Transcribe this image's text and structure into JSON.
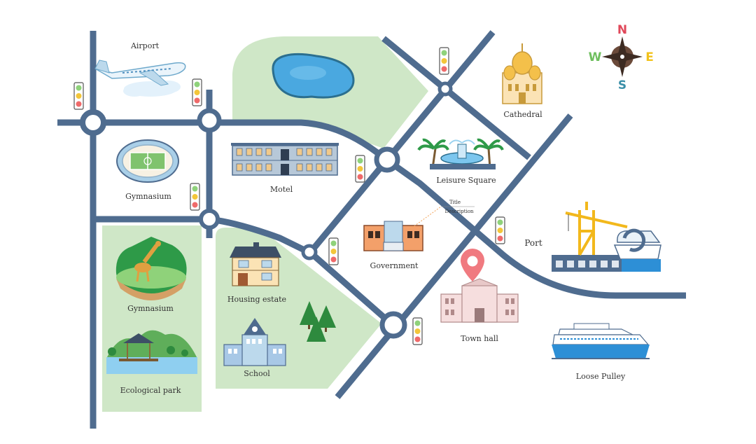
{
  "labels": {
    "airport": "Airport",
    "gymnasium_top": "Gymnasium",
    "motel": "Motel",
    "leisure_square": "Leisure Square",
    "cathedral": "Cathedral",
    "port": "Port",
    "title": "Title",
    "description": "Description",
    "government": "Government",
    "gymnasium_zoo": "Gymnasium",
    "housing_estate": "Housing estate",
    "school": "School",
    "ecological_park": "Ecological park",
    "town_hall": "Town hall",
    "loose_pulley": "Loose Pulley"
  },
  "compass": {
    "north": "N",
    "south": "S",
    "west": "W",
    "east": "E"
  },
  "colors": {
    "road": "#4f6c8f",
    "park": "#cfe7c7",
    "water": "#4aa8e0",
    "compass_n": "#e0485a",
    "compass_w": "#6fbf5f",
    "compass_e": "#f2c21b",
    "compass_s": "#3a8fa8",
    "pin": "#f07a80"
  }
}
